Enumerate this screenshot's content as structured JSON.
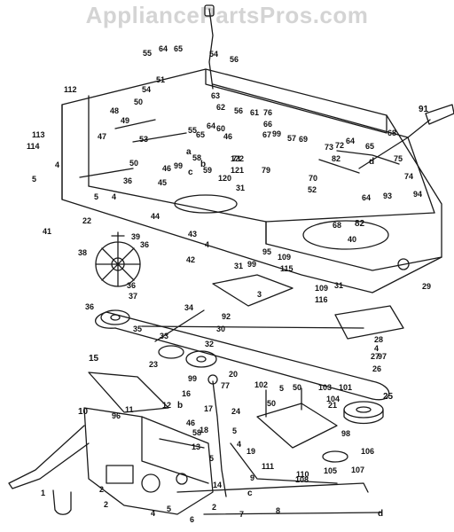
{
  "watermark": "AppliancePartsPros.com",
  "callouts": {
    "c1": "1",
    "c2": "2",
    "c3": "3",
    "c4": "4",
    "c5": "5",
    "c6": "6",
    "c7": "7",
    "c8": "8",
    "c9": "9",
    "c10": "10",
    "c11": "11",
    "c12": "12",
    "c13": "13",
    "c14": "14",
    "c15": "15",
    "c16": "16",
    "c17": "17",
    "c18": "18",
    "c19": "19",
    "c20": "20",
    "c21": "21",
    "c22": "22",
    "c23": "23",
    "c24": "24",
    "c25": "25",
    "c26": "26",
    "c27": "27",
    "c28": "28",
    "c29": "29",
    "c30": "30",
    "c31": "31",
    "c32": "32",
    "c33": "33",
    "c34": "34",
    "c35": "35",
    "c36": "36",
    "c37": "37",
    "c38": "38",
    "c39": "39",
    "c40": "40",
    "c41": "41",
    "c42": "42",
    "c43": "43",
    "c44": "44",
    "c45": "45",
    "c46": "46",
    "c47": "47",
    "c48": "48",
    "c49": "49",
    "c50": "50",
    "c51": "51",
    "c52": "52",
    "c53": "53",
    "c54": "54",
    "c55": "55",
    "c56": "56",
    "c57": "57",
    "c58": "58",
    "c59": "59",
    "c60": "60",
    "c61": "61",
    "c62": "62",
    "c63": "63",
    "c64": "64",
    "c65": "65",
    "c66": "66",
    "c67": "67",
    "c68": "68",
    "c69": "69",
    "c70": "70",
    "c71": "71",
    "c72": "72",
    "c73": "73",
    "c74": "74",
    "c75": "75",
    "c76": "76",
    "c77": "77",
    "c79": "79",
    "c82": "82",
    "c91": "91",
    "c92": "92",
    "c93": "93",
    "c94": "94",
    "c95": "95",
    "c96": "96",
    "c97": "97",
    "c98": "98",
    "c99": "99",
    "c101": "101",
    "c102": "102",
    "c103": "103",
    "c104": "104",
    "c105": "105",
    "c106": "106",
    "c107": "107",
    "c108": "108",
    "c109": "109",
    "c110": "110",
    "c111": "111",
    "c112": "112",
    "c113": "113",
    "c114": "114",
    "c115": "115",
    "c116": "116",
    "c120": "120",
    "c121": "121",
    "c122": "122",
    "ca": "a",
    "cb": "b",
    "cc": "c",
    "cd": "d"
  },
  "colors": {
    "line": "#1a1a1a",
    "watermark": "#d4d4d4"
  }
}
